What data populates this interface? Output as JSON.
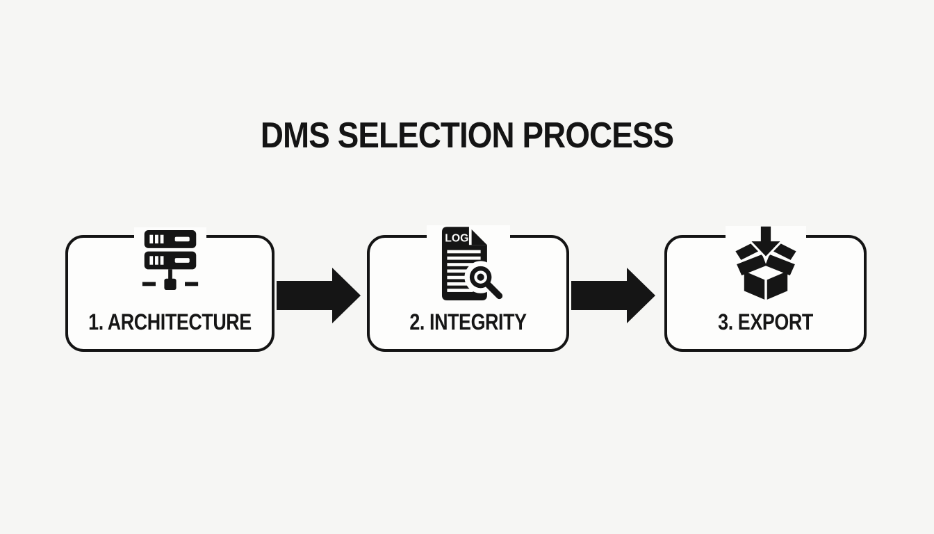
{
  "page": {
    "background_color": "#f6f6f4",
    "ink_color": "#151515",
    "box_fill_color": "#fdfdfc"
  },
  "title": "DMS SELECTION PROCESS",
  "steps": [
    {
      "label": "1. ARCHITECTURE",
      "icon": "server-stack-network-icon"
    },
    {
      "label": "2. INTEGRITY",
      "icon": "log-document-magnifier-icon",
      "icon_text": "LOG"
    },
    {
      "label": "3. EXPORT",
      "icon": "open-box-download-icon"
    }
  ],
  "connectors": [
    {
      "name": "arrow-1",
      "from": "1. ARCHITECTURE",
      "to": "2. INTEGRITY"
    },
    {
      "name": "arrow-2",
      "from": "2. INTEGRITY",
      "to": "3. EXPORT"
    }
  ]
}
